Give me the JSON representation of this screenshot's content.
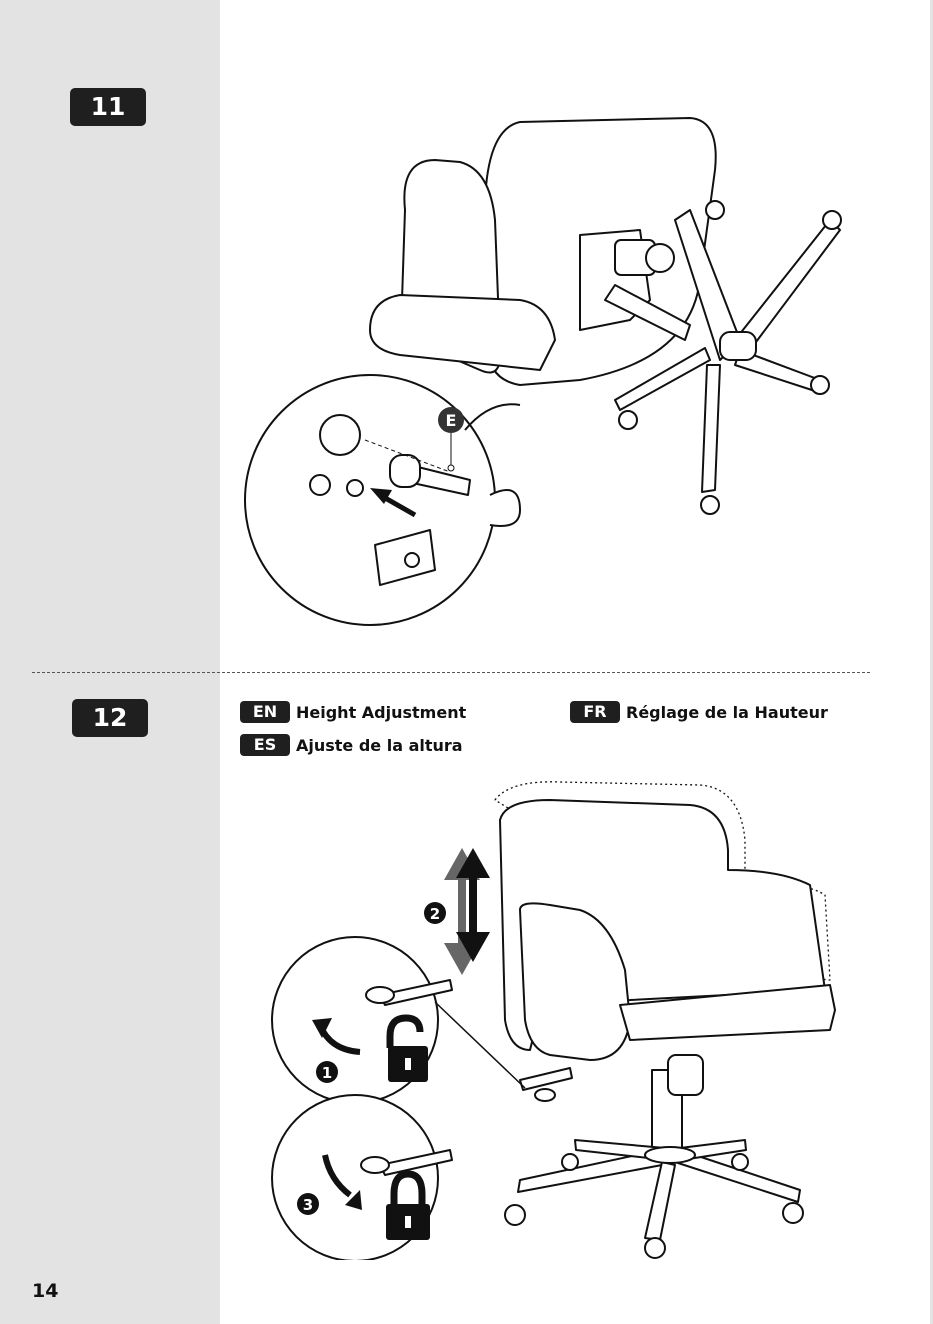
{
  "page": {
    "number": "14"
  },
  "steps": [
    {
      "label": "11"
    },
    {
      "label": "12",
      "instructions": [
        {
          "lang": "EN",
          "text": "Height Adjustment"
        },
        {
          "lang": "FR",
          "text": "Réglage de la Hauteur"
        },
        {
          "lang": "ES",
          "text": "Ajuste de la altura"
        }
      ]
    }
  ],
  "callouts": {
    "part_label": "E",
    "sequence": [
      "1",
      "2",
      "3"
    ]
  },
  "icons": [
    "unlock-icon",
    "lock-icon",
    "curved-arrow-icon",
    "double-arrow-icon"
  ]
}
